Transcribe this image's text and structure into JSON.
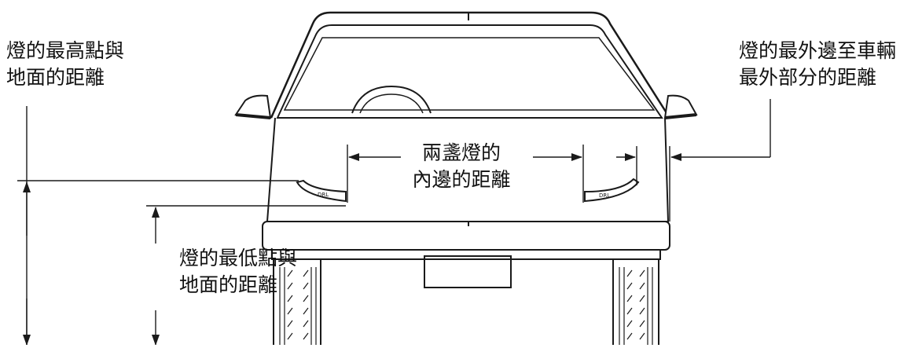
{
  "labels": {
    "highest_point": [
      "燈的最高點與",
      "地面的距離"
    ],
    "outer_edge": [
      "燈的最外邊至車輛",
      "最外部分的距離"
    ],
    "inner_edges": [
      "兩盞燈的",
      "內邊的距離"
    ],
    "lowest_point": [
      "燈的最低點與",
      "地面的距離"
    ]
  },
  "lamp_tag": "DRL",
  "colors": {
    "line": "#1a1a1a",
    "background": "#ffffff"
  }
}
